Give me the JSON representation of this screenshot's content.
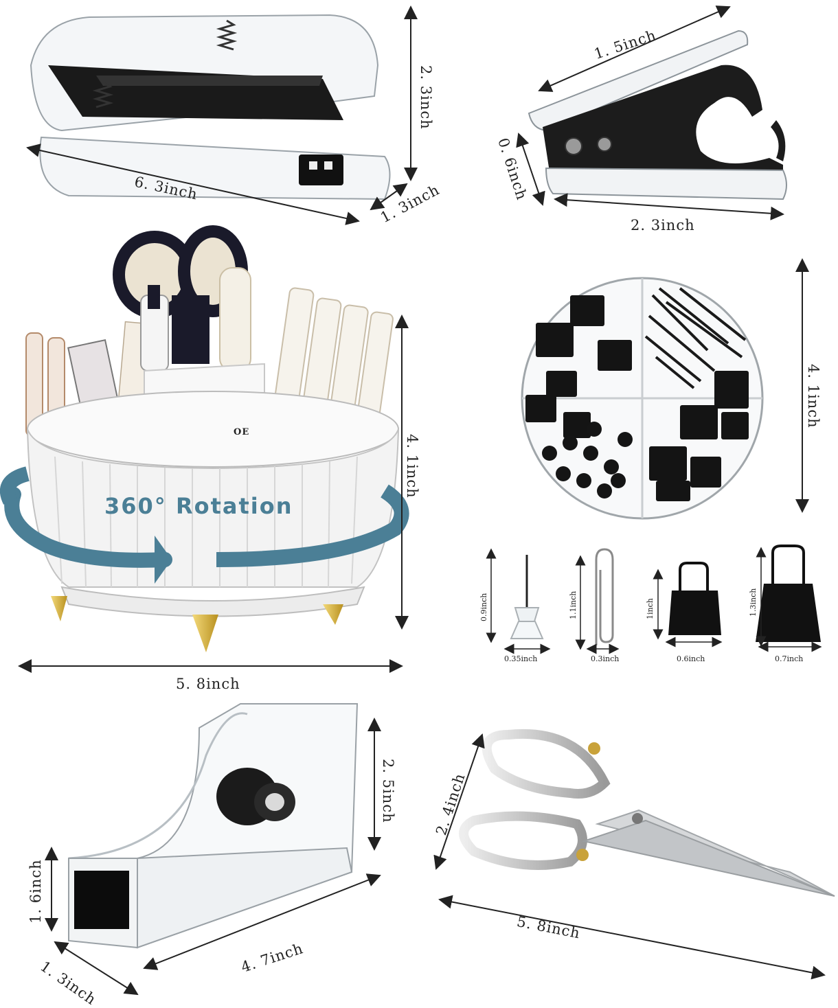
{
  "stapler": {
    "length_label": "6. 3inch",
    "height_label": "2. 3inch",
    "width_label": "1. 3inch"
  },
  "remover": {
    "length_label": "1. 5inch",
    "height_label": "0. 6inch",
    "base_label": "2. 3inch"
  },
  "organizer": {
    "height_label": "4. 1inch",
    "width_label": "5. 8inch",
    "rotation_text": "360° Rotation",
    "brand_fragment": "OE"
  },
  "clip_tray": {
    "height_label": "4. 1inch"
  },
  "small_items": {
    "pin": {
      "height_label": "0.9inch",
      "width_label": "0.35inch"
    },
    "paperclip": {
      "height_label": "1.1inch",
      "width_label": "0.3inch"
    },
    "small_binder": {
      "height_label": "1inch",
      "width_label": "0.6inch"
    },
    "large_binder": {
      "height_label": "1.3inch",
      "width_label": "0.7inch"
    }
  },
  "tape_dispenser": {
    "height_label": "2. 5inch",
    "front_label": "1. 6inch",
    "length_label": "4. 7inch",
    "width_label": "1. 3inch"
  },
  "scissors": {
    "height_label": "2. 4inch",
    "length_label": "5. 8inch"
  },
  "colors": {
    "accent_blue": "#4b7f96",
    "gold": "#c9a23a",
    "black": "#111111"
  }
}
